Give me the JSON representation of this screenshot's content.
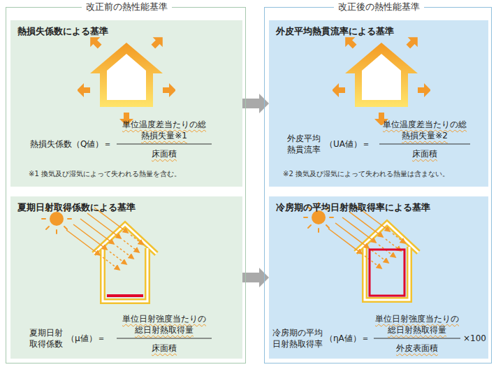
{
  "diagram": {
    "nodes": [
      {
        "text": [
          "改正前の熱性能基準"
        ]
      },
      {
        "text": [
          "熱損失係数による基準",
          "熱損失係数（Q値）＝",
          "単位温度差当たりの総熱損失量※1",
          "床面積",
          "※1 換気及び湿気によって失われる熱量を含む。"
        ],
        "in": 0
      },
      {
        "text": [
          "夏期日射取得係数による基準",
          "夏期日射 取得係数",
          "（μ値）＝",
          "単位日射強度当たりの総日射熱取得量",
          "床面積"
        ],
        "in": 0
      },
      {
        "text": [
          "改正後の熱性能基準"
        ]
      },
      {
        "text": [
          "外皮平均熱貫流率による基準",
          "外皮平均 熱貫流率",
          "（UA値）＝",
          "単位温度差当たりの総熱損失量※2",
          "床面積",
          "※2 換気及び湿気によって失われる熱量は含まない。"
        ],
        "in": 3
      },
      {
        "text": [
          "冷房期の平均日射熱取得率による基準",
          "冷房期の平均 日射熱取得率",
          "（ηA値）＝",
          "単位日射強度当たりの総日射熱取得量",
          "外皮表面積",
          "×100"
        ],
        "in": 3
      }
    ],
    "edges": [
      {
        "from": 1,
        "to": 4,
        "arrow": "to"
      },
      {
        "from": 2,
        "to": 5,
        "arrow": "to"
      }
    ]
  }
}
